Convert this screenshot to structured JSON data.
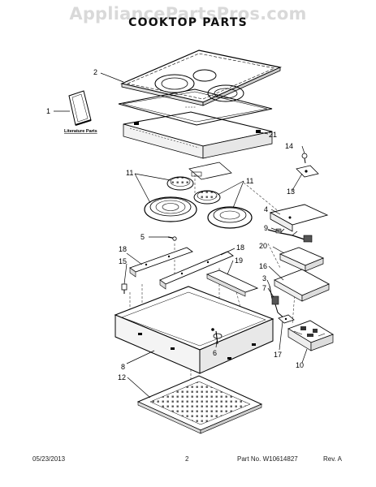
{
  "watermark": "AppliancePartsPros.com",
  "title": "COOKTOP PARTS",
  "literature_label": "Literature Parts",
  "callouts": {
    "c1": "1",
    "c2": "2",
    "c3": "3",
    "c4": "4",
    "c5": "5",
    "c6": "6",
    "c7": "7",
    "c8": "8",
    "c9": "9",
    "c10": "10",
    "c11a": "11",
    "c11b": "11",
    "c12": "12",
    "c13": "13",
    "c14": "14",
    "c15": "15",
    "c16": "16",
    "c17": "17",
    "c18a": "18",
    "c18b": "18",
    "c19": "19",
    "c20": "20",
    "c21": "21"
  },
  "footer": {
    "date": "05/23/2013",
    "page": "2",
    "part_no": "Part No. W10614827",
    "rev": "Rev. A"
  }
}
